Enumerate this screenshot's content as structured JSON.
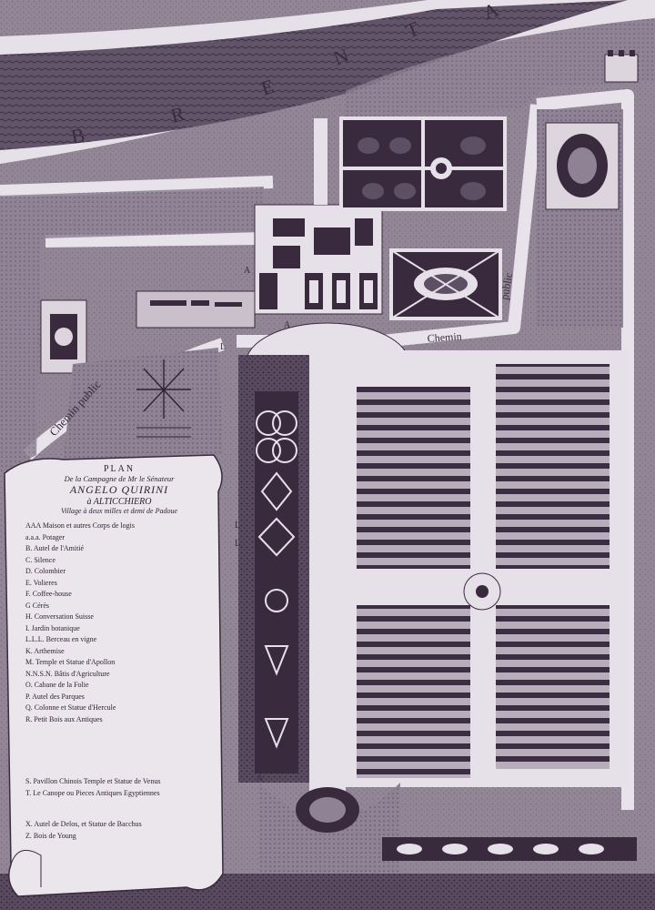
{
  "river": {
    "letters": [
      "B",
      "R",
      "E",
      "N",
      "T",
      "A"
    ]
  },
  "roads": {
    "chemin_left": "Chemin public",
    "chemin_right_1": "Chemin",
    "chemin_right_2": "public"
  },
  "markers": {
    "a": "A",
    "l": "L"
  },
  "cartouche": {
    "heading": "PLAN",
    "sub1": "De la Campagne de Mr le Sénateur",
    "name": "ANGELO QUIRINI",
    "place": "à ALTICCHIERO",
    "sub2": "Village à deux milles et demi de Padoue",
    "legend": [
      "AAA Maison et autres Corps de logis",
      "a.a.a. Potager",
      "B. Autel de l'Amitié",
      "C. Silence",
      "D. Colombier",
      "E. Volieres",
      "F. Coffee-house",
      "G Cérès",
      "H. Conversation Suisse",
      "I. Jardin botanique",
      "L.L.L. Berceau en vigne",
      "K. Arthemise",
      "M. Temple et Statue d'Apollon",
      "N.N.S.N. Bâtis d'Agriculture",
      "O. Cabane de la Folie",
      "P. Autel des Parques",
      "Q. Colonne et Statue d'Hercule",
      "R. Petit Bois aux Antiques",
      "S. Pavillon Chinois Temple et Statue de Venus",
      "T. Le Canope ou Pieces Antiques Egyptiennes",
      "X. Autel de Delos, et Statue de Bacchus",
      "Z. Bois de Young"
    ]
  }
}
